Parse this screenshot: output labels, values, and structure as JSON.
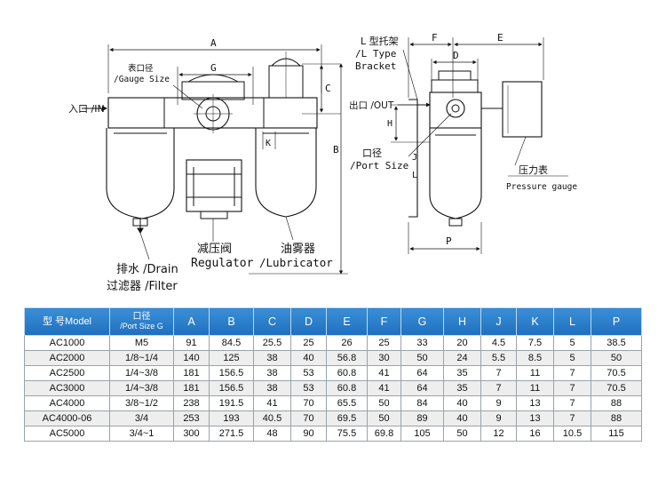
{
  "drawing_labels": {
    "dim_A": "A",
    "dim_B": "B",
    "dim_C": "C",
    "dim_G": "G",
    "dim_K": "K",
    "dim_D": "D",
    "dim_E": "E",
    "dim_F": "F",
    "dim_H": "H",
    "dim_J": "J",
    "dim_L": "L",
    "dim_P": "P",
    "gauge_size_cn": "表口径",
    "gauge_size_en": "/Gauge Size",
    "inlet": "入口 /IN",
    "outlet": "出口 /OUT",
    "regulator_cn": "减压阀",
    "regulator_en": "Regulator",
    "lubricator_cn": "油雾器",
    "lubricator_en": "/Lubricator",
    "drain": "排水 /Drain",
    "filter": "过滤器 /Filter",
    "bracket_cn": "L 型托架",
    "bracket_en1": "/L Type",
    "bracket_en2": "Bracket",
    "port_size_cn": "口径",
    "port_size_en": "/Port Size",
    "pressure_gauge_cn": "压力表",
    "pressure_gauge_en": "Pressure gauge"
  },
  "table": {
    "headers": {
      "model": "型 号Model",
      "port_cn": "口径",
      "port_en": "/Port Size G",
      "cols": [
        "A",
        "B",
        "C",
        "D",
        "E",
        "F",
        "G",
        "H",
        "J",
        "K",
        "L",
        "P"
      ]
    },
    "rows": [
      [
        "AC1000",
        "M5",
        "91",
        "84.5",
        "25.5",
        "25",
        "26",
        "25",
        "33",
        "20",
        "4.5",
        "7.5",
        "5",
        "38.5"
      ],
      [
        "AC2000",
        "1/8~1/4",
        "140",
        "125",
        "38",
        "40",
        "56.8",
        "30",
        "50",
        "24",
        "5.5",
        "8.5",
        "5",
        "50"
      ],
      [
        "AC2500",
        "1/4~3/8",
        "181",
        "156.5",
        "38",
        "53",
        "60.8",
        "41",
        "64",
        "35",
        "7",
        "11",
        "7",
        "70.5"
      ],
      [
        "AC3000",
        "1/4~3/8",
        "181",
        "156.5",
        "38",
        "53",
        "60.8",
        "41",
        "64",
        "35",
        "7",
        "11",
        "7",
        "70.5"
      ],
      [
        "AC4000",
        "3/8~1/2",
        "238",
        "191.5",
        "41",
        "70",
        "65.5",
        "50",
        "84",
        "40",
        "9",
        "13",
        "7",
        "88"
      ],
      [
        "AC4000-06",
        "3/4",
        "253",
        "193",
        "40.5",
        "70",
        "69.5",
        "50",
        "89",
        "40",
        "9",
        "13",
        "7",
        "88"
      ],
      [
        "AC5000",
        "3/4~1",
        "300",
        "271.5",
        "48",
        "90",
        "75.5",
        "69.8",
        "105",
        "50",
        "12",
        "16",
        "10.5",
        "115"
      ]
    ]
  }
}
